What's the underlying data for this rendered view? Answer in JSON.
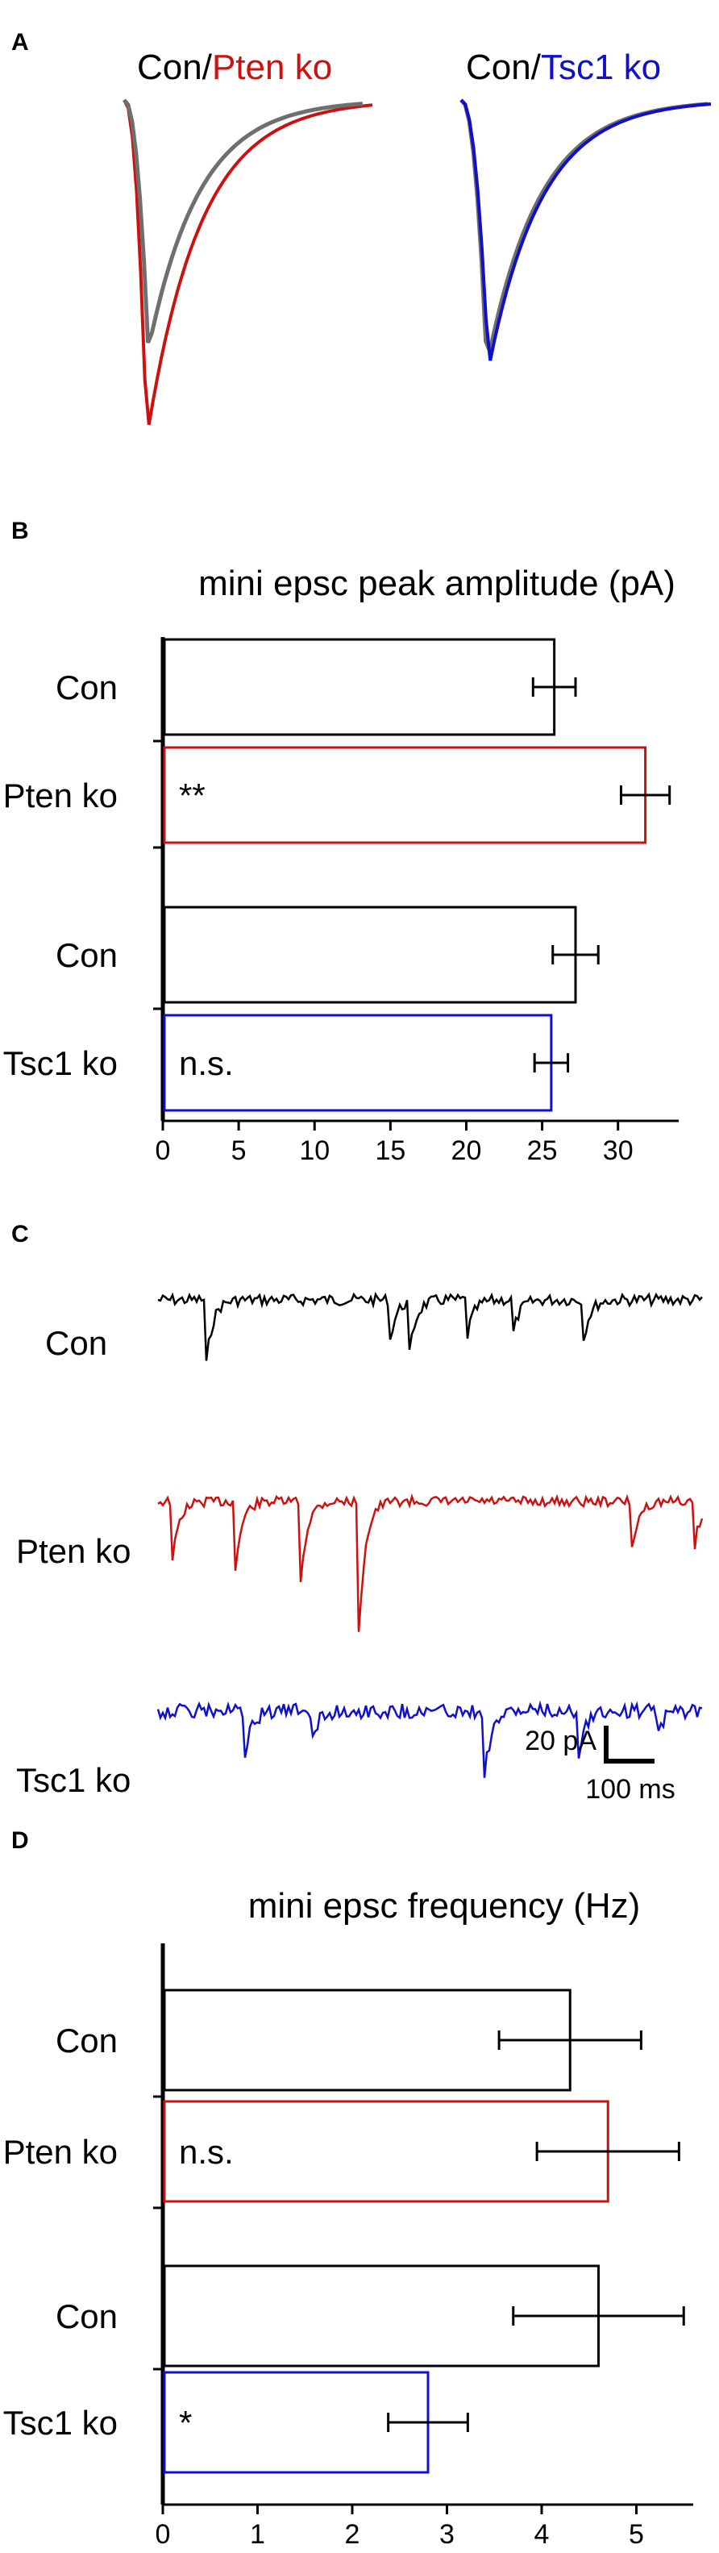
{
  "panels": {
    "A": "A",
    "B": "B",
    "C": "C",
    "D": "D"
  },
  "colors": {
    "con": "#000000",
    "con_trace": "#6f6f6f",
    "pten": "#cc1111",
    "tsc1": "#1010cc"
  },
  "panel_a": {
    "left_label_con": "Con/",
    "left_label_ko": "Pten ko",
    "right_label_con": "Con/",
    "right_label_ko": "Tsc1 ko"
  },
  "panel_c": {
    "traces": [
      {
        "label": "Con",
        "color": "#000000"
      },
      {
        "label": "Pten ko",
        "color": "#cc1111"
      },
      {
        "label": "Tsc1 ko",
        "color": "#1010cc"
      }
    ],
    "scale_amplitude": "20 pA",
    "scale_time": "100 ms"
  },
  "chart_data": [
    {
      "type": "bar",
      "orientation": "horizontal",
      "title": "mini epsc peak amplitude (pA)",
      "categories": [
        "Con",
        "Pten ko",
        "Con",
        "Tsc1 ko"
      ],
      "values": [
        25.8,
        31.8,
        27.2,
        25.6
      ],
      "errors": [
        1.4,
        1.6,
        1.5,
        1.1
      ],
      "colors": [
        "#000000",
        "#cc1111",
        "#000000",
        "#1010cc"
      ],
      "annotations": [
        "",
        "**",
        "",
        "n.s."
      ],
      "xlim": [
        0,
        34
      ],
      "xticks": [
        0,
        5,
        10,
        15,
        20,
        25,
        30
      ]
    },
    {
      "type": "bar",
      "orientation": "horizontal",
      "title": "mini epsc frequency (Hz)",
      "categories": [
        "Con",
        "Pten ko",
        "Con",
        "Tsc1 ko"
      ],
      "values": [
        4.3,
        4.7,
        4.6,
        2.8
      ],
      "errors": [
        0.75,
        0.75,
        0.9,
        0.42
      ],
      "colors": [
        "#000000",
        "#cc1111",
        "#000000",
        "#1010cc"
      ],
      "annotations": [
        "",
        "n.s.",
        "",
        "*"
      ],
      "xlim": [
        0,
        5.6
      ],
      "xticks": [
        0,
        1,
        2,
        3,
        4,
        5
      ]
    }
  ]
}
